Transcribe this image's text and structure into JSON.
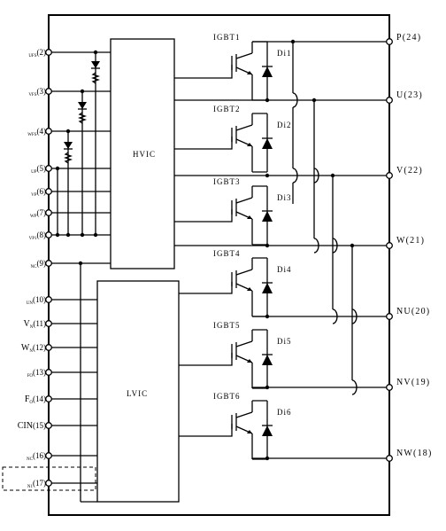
{
  "left_pins": [
    {
      "id": "vufs",
      "main": "",
      "sub": "UFS",
      "num": "(2)"
    },
    {
      "id": "vvfs",
      "main": "",
      "sub": "VFS",
      "num": "(3)"
    },
    {
      "id": "vwfs",
      "main": "",
      "sub": "WFS",
      "num": "(4)"
    },
    {
      "id": "up",
      "main": "",
      "sub": "UP",
      "num": "(5)"
    },
    {
      "id": "vp",
      "main": "",
      "sub": "VP",
      "num": "(6)"
    },
    {
      "id": "wp",
      "main": "",
      "sub": "WP",
      "num": "(7)"
    },
    {
      "id": "vp1",
      "main": "",
      "sub": "VP1",
      "num": "(8)"
    },
    {
      "id": "vnc",
      "main": "",
      "sub": "NC",
      "num": "(9)"
    },
    {
      "id": "un",
      "main": "",
      "sub": "UN",
      "num": "(10)"
    },
    {
      "id": "vn",
      "main": "V",
      "sub": "N",
      "num": "(11)"
    },
    {
      "id": "wn",
      "main": "W",
      "sub": "N",
      "num": "(12)"
    },
    {
      "id": "fo",
      "main": "",
      "sub": "FO",
      "num": "(13)"
    },
    {
      "id": "f",
      "main": "F",
      "sub": "O",
      "num": "(14)"
    },
    {
      "id": "cin",
      "main": "CIN",
      "sub": "",
      "num": "(15)"
    },
    {
      "id": "vnc2",
      "main": "",
      "sub": "NC",
      "num": "(16)"
    },
    {
      "id": "vn1",
      "main": "",
      "sub": "N1",
      "num": "(17)"
    }
  ],
  "right_pins": [
    {
      "id": "p",
      "label": "P(24)"
    },
    {
      "id": "u",
      "label": "U(23)"
    },
    {
      "id": "v",
      "label": "V(22)"
    },
    {
      "id": "w",
      "label": "W(21)"
    },
    {
      "id": "nu",
      "label": "NU(20)"
    },
    {
      "id": "nv",
      "label": "NV(19)"
    },
    {
      "id": "nw",
      "label": "NW(18)"
    }
  ],
  "blocks": {
    "hvic": "HVIC",
    "lvic": "LVIC"
  },
  "switches": [
    {
      "igbt": "IGBT1",
      "diode": "Di1"
    },
    {
      "igbt": "IGBT2",
      "diode": "Di2"
    },
    {
      "igbt": "IGBT3",
      "diode": "Di3"
    },
    {
      "igbt": "IGBT4",
      "diode": "Di4"
    },
    {
      "igbt": "IGBT5",
      "diode": "Di5"
    },
    {
      "igbt": "IGBT6",
      "diode": "Di6"
    }
  ]
}
